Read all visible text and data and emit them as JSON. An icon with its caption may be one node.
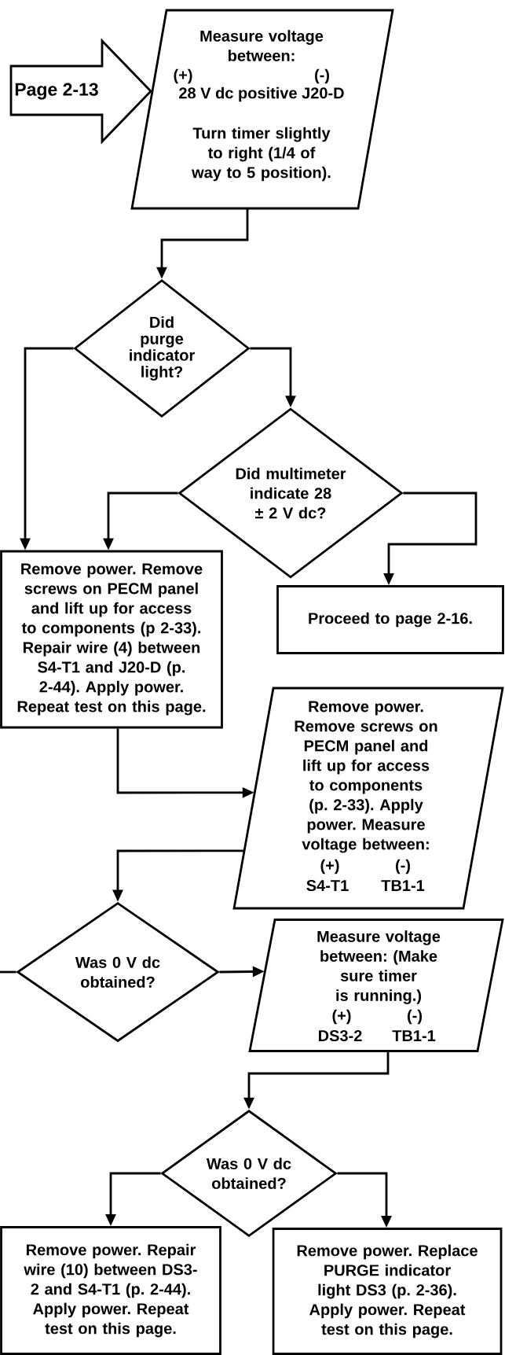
{
  "diagram": {
    "nodes": [
      {
        "text": [
          "Page 2-13"
        ]
      },
      {
        "text": [
          "Measure voltage between:",
          "(+)",
          "(-)",
          "28 V dc positive J20-D",
          "Turn timer slightly to right (1/4 of way to 5 position)."
        ]
      },
      {
        "text": [
          "Did purge indicator light?"
        ]
      },
      {
        "text": [
          "Did multimeter indicate 28 ± 2 V dc?"
        ]
      },
      {
        "text": [
          "Remove power. Remove screws on PECM panel and lift up for access to components (p 2-33). Repair wire (4) between S4-T1 and J20-D (p. 2-44). Apply power. Repeat test on this page."
        ]
      },
      {
        "text": [
          "Proceed to page 2-16."
        ]
      },
      {
        "text": [
          "Remove power. Remove screws on PECM panel and lift up for access to components (p. 2-33). Apply power. Measure voltage between:",
          "(+)",
          "(-)",
          "S4-T1",
          "TB1-1"
        ]
      },
      {
        "text": [
          "Was 0 V dc obtained?"
        ]
      },
      {
        "text": [
          "Measure voltage between: (Make sure timer is running.)",
          "(+)",
          "(-)",
          "DS3-2",
          "TB1-1"
        ]
      },
      {
        "text": [
          "Was 0 V dc obtained?"
        ]
      },
      {
        "text": [
          "Remove power. Repair wire (10) between DS3-2 and S4-T1 (p. 2-44). Apply power. Repeat test on this page."
        ]
      },
      {
        "text": [
          "Remove power. Replace PURGE indicator light DS3 (p. 2-36). Apply power. Repeat test on this page."
        ]
      }
    ],
    "edges": [
      {
        "from": 1,
        "to": 2,
        "arrow": "to"
      },
      {
        "from": 2,
        "to": 4,
        "arrow": "to"
      },
      {
        "from": 2,
        "to": 3,
        "arrow": "to"
      },
      {
        "from": 3,
        "to": 4,
        "arrow": "to"
      },
      {
        "from": 3,
        "to": 5,
        "arrow": "to"
      },
      {
        "from": 4,
        "to": 6,
        "arrow": "to"
      },
      {
        "from": 6,
        "to": 7,
        "arrow": "to"
      },
      {
        "from": null,
        "to": 7,
        "arrow": "none"
      },
      {
        "from": 7,
        "to": 8,
        "arrow": "to"
      },
      {
        "from": 8,
        "to": 9,
        "arrow": "to"
      },
      {
        "from": 9,
        "to": 10,
        "arrow": "to"
      },
      {
        "from": 9,
        "to": 11,
        "arrow": "to"
      }
    ]
  }
}
